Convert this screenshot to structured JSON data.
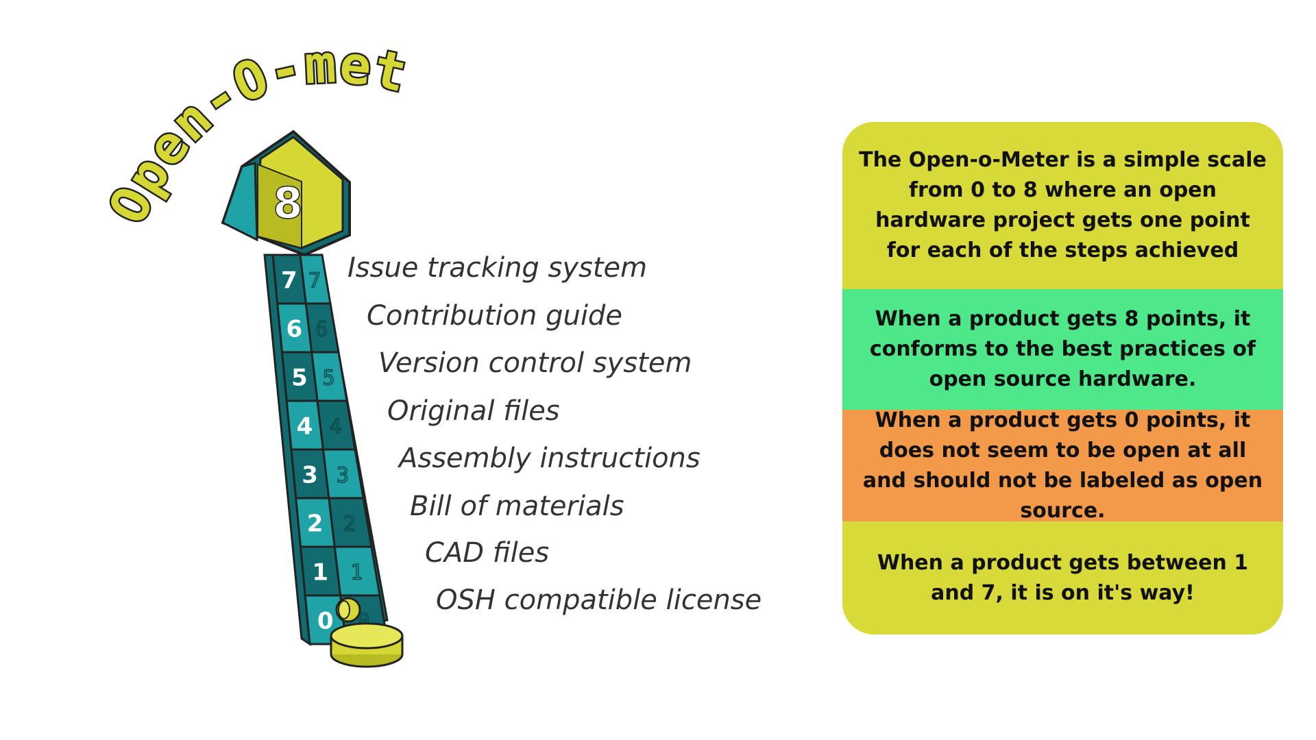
{
  "title": "Open-O-meter",
  "top_score": "8",
  "steps": [
    {
      "number": "0",
      "label": "OSH compatible license"
    },
    {
      "number": "1",
      "label": "CAD files"
    },
    {
      "number": "2",
      "label": "Bill of materials"
    },
    {
      "number": "3",
      "label": "Assembly instructions"
    },
    {
      "number": "4",
      "label": "Original files"
    },
    {
      "number": "5",
      "label": "Version control system"
    },
    {
      "number": "6",
      "label": "Contribution guide"
    },
    {
      "number": "7",
      "label": "Issue tracking system"
    }
  ],
  "info": {
    "intro": "The Open-o-Meter is a simple scale from 0 to 8 where an open hardware project gets one point for each of the steps achieved",
    "eight_points": "When a product gets 8 points, it conforms to the best practices of open source hardware.",
    "zero_points": "When a product gets 0 points, it does not seem to be open at all and should not be labeled as open source.",
    "between": "When a product gets between 1 and 7, it is on it's way!"
  },
  "colors": {
    "teal": "#1fa3a6",
    "dark_teal": "#126b6e",
    "yellow": "#d5d734",
    "green": "#4ee88a",
    "orange": "#f2994a",
    "light_yellow": "#d8da3a"
  }
}
